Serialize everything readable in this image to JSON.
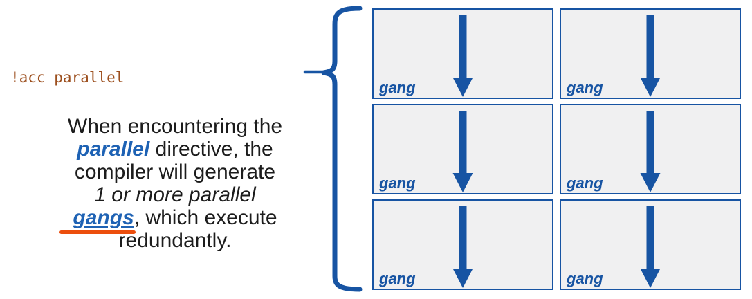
{
  "slide": {
    "code": {
      "text": "!acc parallel"
    },
    "paragraph": {
      "lines": [
        {
          "plain": "When encountering the"
        },
        {
          "keyword": "parallel",
          "plain": " directive,  the"
        },
        {
          "plain": "compiler will generate"
        },
        {
          "italic": "1 or more parallel"
        },
        {
          "link": "gangs",
          "plain": ", which execute"
        },
        {
          "plain": "redundantly."
        }
      ]
    },
    "gangs": [
      {
        "label": "gang"
      },
      {
        "label": "gang"
      },
      {
        "label": "gang"
      },
      {
        "label": "gang"
      },
      {
        "label": "gang"
      },
      {
        "label": "gang"
      }
    ],
    "icons": {
      "brace": "left-curly-brace",
      "arrow": "down-arrow",
      "underline": "orange-highlight-underline"
    },
    "colors": {
      "accent_blue": "#1754A3",
      "keyword_blue": "#1E62B4",
      "code_brown": "#9C4F1E",
      "highlight_orange": "#EC4E0D",
      "box_fill": "#F0F0F1",
      "text_black": "#1C1C1C"
    }
  }
}
